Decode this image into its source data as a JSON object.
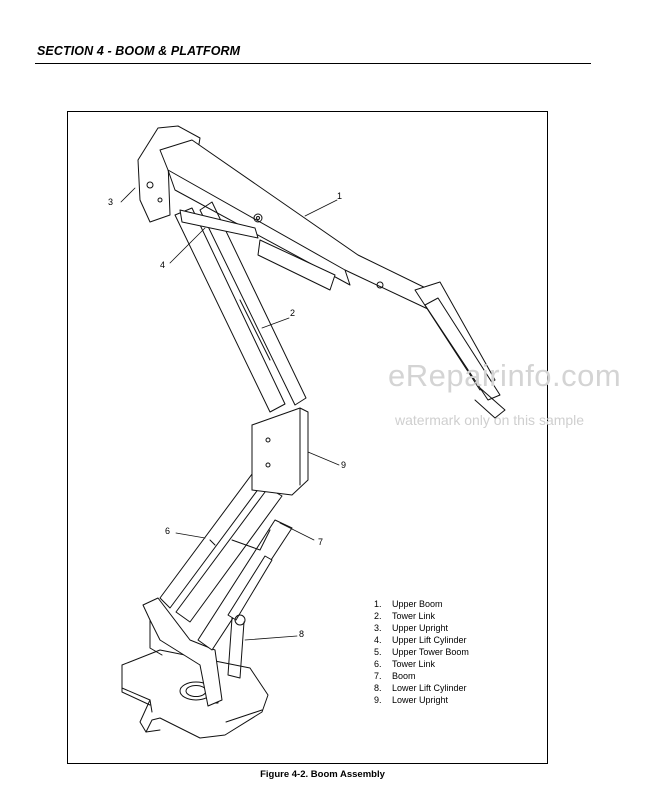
{
  "header": {
    "section_title": "SECTION 4 - BOOM & PLATFORM"
  },
  "figure": {
    "caption": "Figure 4-2.  Boom Assembly",
    "callouts": [
      "1",
      "2",
      "3",
      "4",
      "6",
      "7",
      "8",
      "9"
    ],
    "parts": [
      {
        "num": "1.",
        "name": "Upper Boom"
      },
      {
        "num": "2.",
        "name": "Tower Link"
      },
      {
        "num": "3.",
        "name": "Upper Upright"
      },
      {
        "num": "4.",
        "name": "Upper Lift Cylinder"
      },
      {
        "num": "5.",
        "name": "Upper Tower Boom"
      },
      {
        "num": "6.",
        "name": "Tower Link"
      },
      {
        "num": "7.",
        "name": "Boom"
      },
      {
        "num": "8.",
        "name": "Lower Lift Cylinder"
      },
      {
        "num": "9.",
        "name": "Lower Upright"
      }
    ]
  },
  "watermark": {
    "main": "eRepairinfo.com",
    "sub": "watermark only on this sample"
  }
}
